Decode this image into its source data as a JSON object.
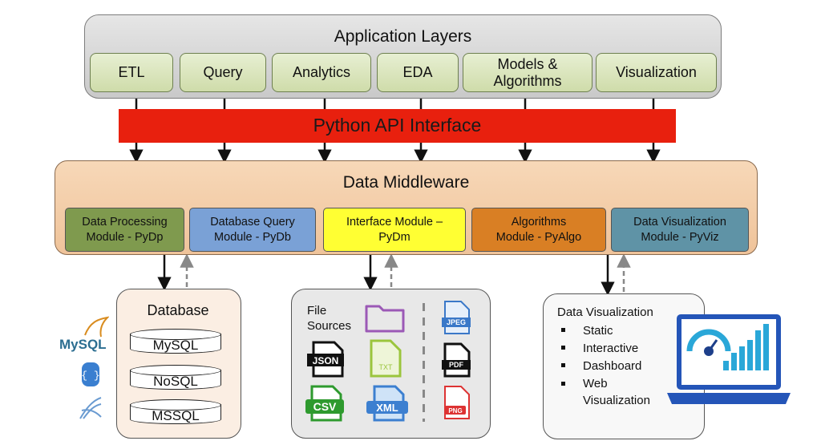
{
  "app_layers": {
    "title": "Application Layers",
    "items": [
      "ETL",
      "Query",
      "Analytics",
      "EDA",
      "Models &\nAlgorithms",
      "Visualization"
    ]
  },
  "api": {
    "label": "Python API Interface"
  },
  "middleware": {
    "title": "Data Middleware",
    "modules": [
      {
        "label": "Data Processing\nModule - PyDp",
        "color": "#7f9a4e"
      },
      {
        "label": "Database Query\nModule - PyDb",
        "color": "#7aa1d6"
      },
      {
        "label": "Interface Module –\nPyDm",
        "color": "#ffff33"
      },
      {
        "label": "Algorithms\nModule - PyAlgo",
        "color": "#d97f24"
      },
      {
        "label": "Data Visualization\nModule - PyViz",
        "color": "#5f93a6"
      }
    ]
  },
  "database": {
    "title": "Database",
    "items": [
      "MySQL",
      "NoSQL",
      "MSSQL"
    ],
    "logo_text": "MySQL"
  },
  "file_sources": {
    "title": "File\nSources",
    "icons": [
      "folder-icon",
      "json-file-icon",
      "txt-file-icon",
      "csv-file-icon",
      "xml-file-icon",
      "jpeg-file-icon",
      "pdf-file-icon",
      "png-file-icon"
    ],
    "labels": {
      "json": "JSON",
      "txt": "TXT",
      "csv": "CSV",
      "xml": "XML",
      "jpeg": "JPEG",
      "pdf": "PDF",
      "png": "PNG"
    }
  },
  "data_visualization": {
    "title": "Data Visualization",
    "items": [
      "Static",
      "Interactive",
      "Dashboard",
      "Web\nVisualization"
    ]
  },
  "colors": {
    "api_bar": "#e8200e",
    "layer_box": "#d9e4bb",
    "middleware": "#f2cba6"
  }
}
